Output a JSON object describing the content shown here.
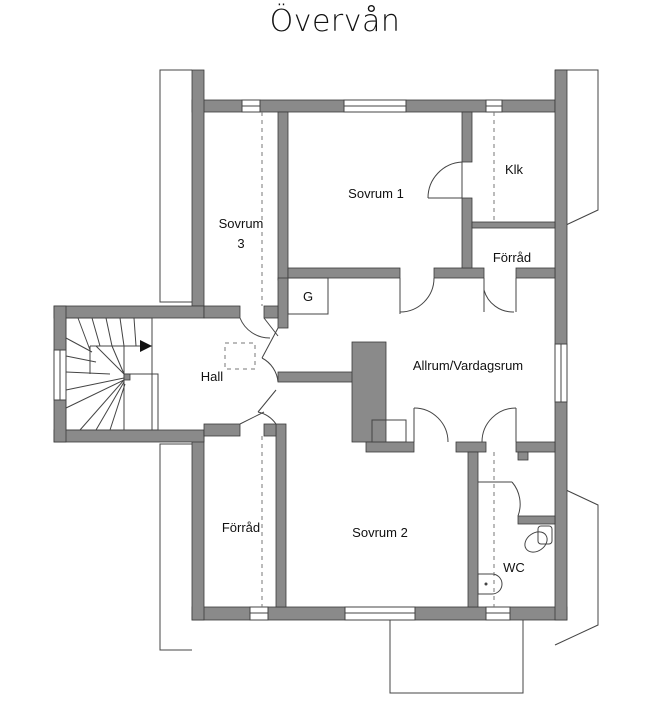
{
  "title": "Övervån",
  "rooms": {
    "sovrum1": "Sovrum 1",
    "klk": "Klk",
    "sovrum3_line1": "Sovrum",
    "sovrum3_line2": "3",
    "forrad_top": "Förråd",
    "g_label": "G",
    "hall": "Hall",
    "allrum": "Allrum/Vardagsrum",
    "forrad_bottom": "Förråd",
    "sovrum2": "Sovrum 2",
    "wc": "WC"
  }
}
